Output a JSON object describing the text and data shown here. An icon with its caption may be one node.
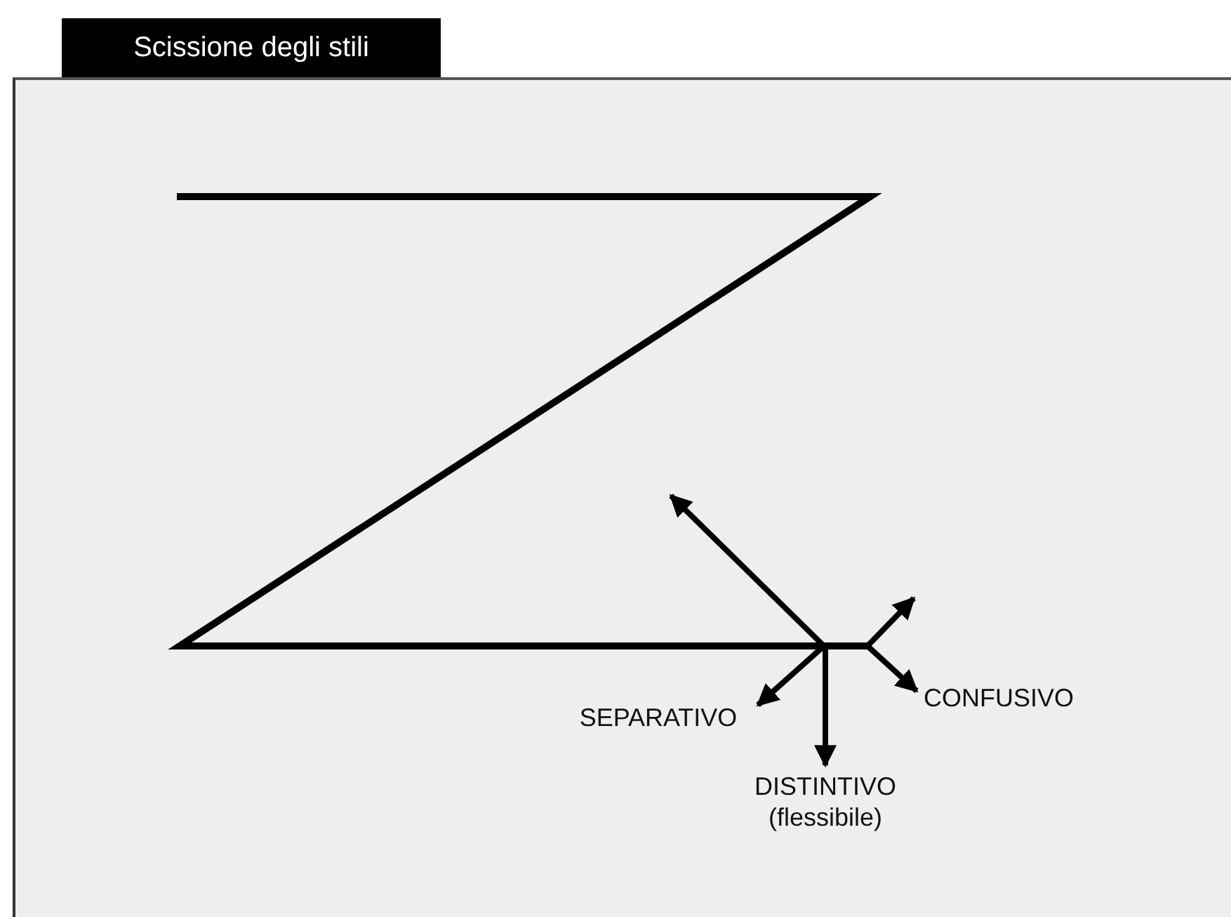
{
  "diagram": {
    "title": "Scissione degli stili",
    "nodes": [
      {
        "text": [
          "SEPARATIVO"
        ]
      },
      {
        "text": [
          "DISTINTIVO (flessibile)"
        ]
      },
      {
        "text": [
          "CONFUSIVO"
        ]
      }
    ],
    "edges": [
      {
        "from": null,
        "to": 0,
        "arrow": "to"
      },
      {
        "from": null,
        "to": 1,
        "arrow": "to"
      },
      {
        "from": null,
        "to": 2,
        "arrow": "to"
      }
    ]
  }
}
